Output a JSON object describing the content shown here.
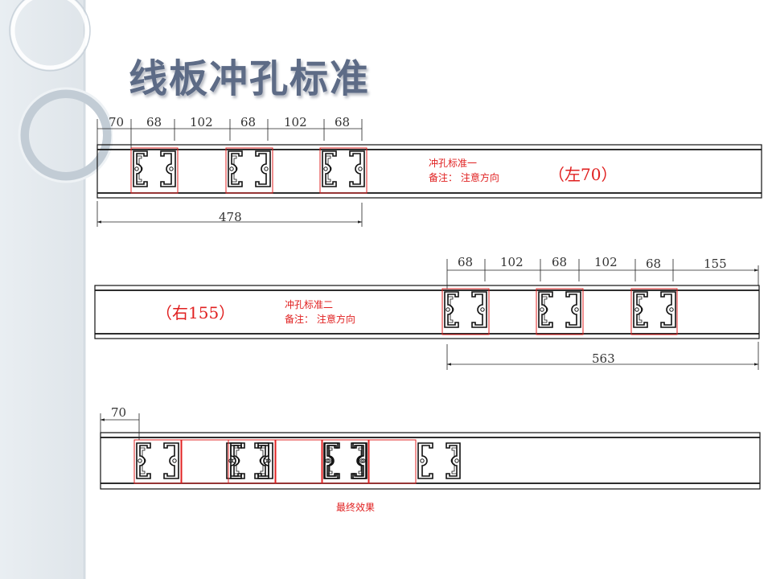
{
  "slide": {
    "title": "线板冲孔标准"
  },
  "colors": {
    "accent_red": "#e02020",
    "title": "#5d6b86",
    "line": "#111111"
  },
  "board1": {
    "dims_top": [
      "70",
      "68",
      "102",
      "68",
      "102",
      "68"
    ],
    "dim_bottom": "478",
    "note_line1": "冲孔标准一",
    "note_line2": "备注：  注意方向",
    "note_side": "（左70）"
  },
  "board2": {
    "dims_top": [
      "68",
      "102",
      "68",
      "102",
      "68",
      "155"
    ],
    "dim_bottom": "563",
    "note_line1": "冲孔标准二",
    "note_line2": "备注：  注意方向",
    "note_side": "（右155）"
  },
  "board3": {
    "dim_left": "70",
    "note": "最终效果"
  }
}
